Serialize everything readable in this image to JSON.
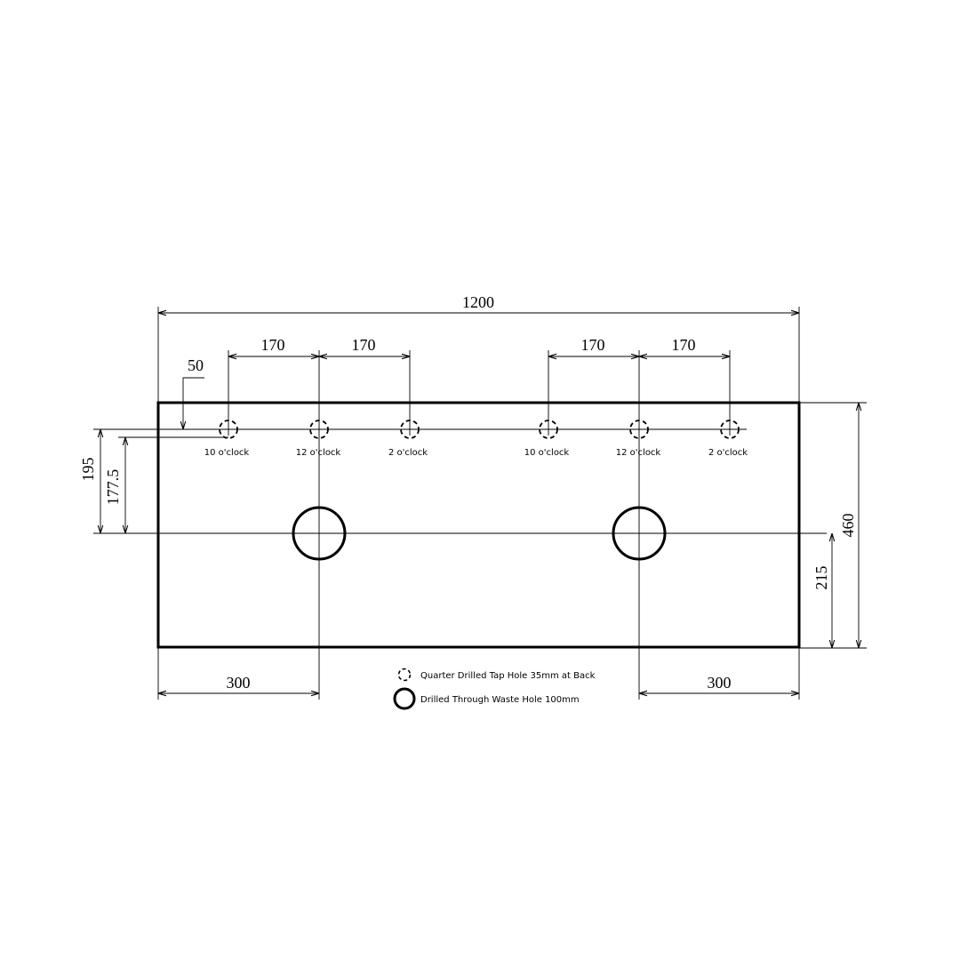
{
  "drawing": {
    "overall_width": "1200",
    "overall_depth": "460",
    "tap_offset_side": "50",
    "tap_spacing_labels": [
      "170",
      "170",
      "170",
      "170"
    ],
    "edge_to_waste_left": "300",
    "edge_to_waste_right": "300",
    "tap_to_waste": "195",
    "tap_row_to_waste": "177.5",
    "waste_to_front": "215",
    "tap_positions": [
      "10 o'clock",
      "12 o'clock",
      "2 o'clock",
      "10 o'clock",
      "12 o'clock",
      "2 o'clock"
    ]
  },
  "legend": {
    "tap_hole": "Quarter Drilled Tap Hole 35mm at Back",
    "waste_hole": "Drilled Through Waste Hole 100mm"
  }
}
